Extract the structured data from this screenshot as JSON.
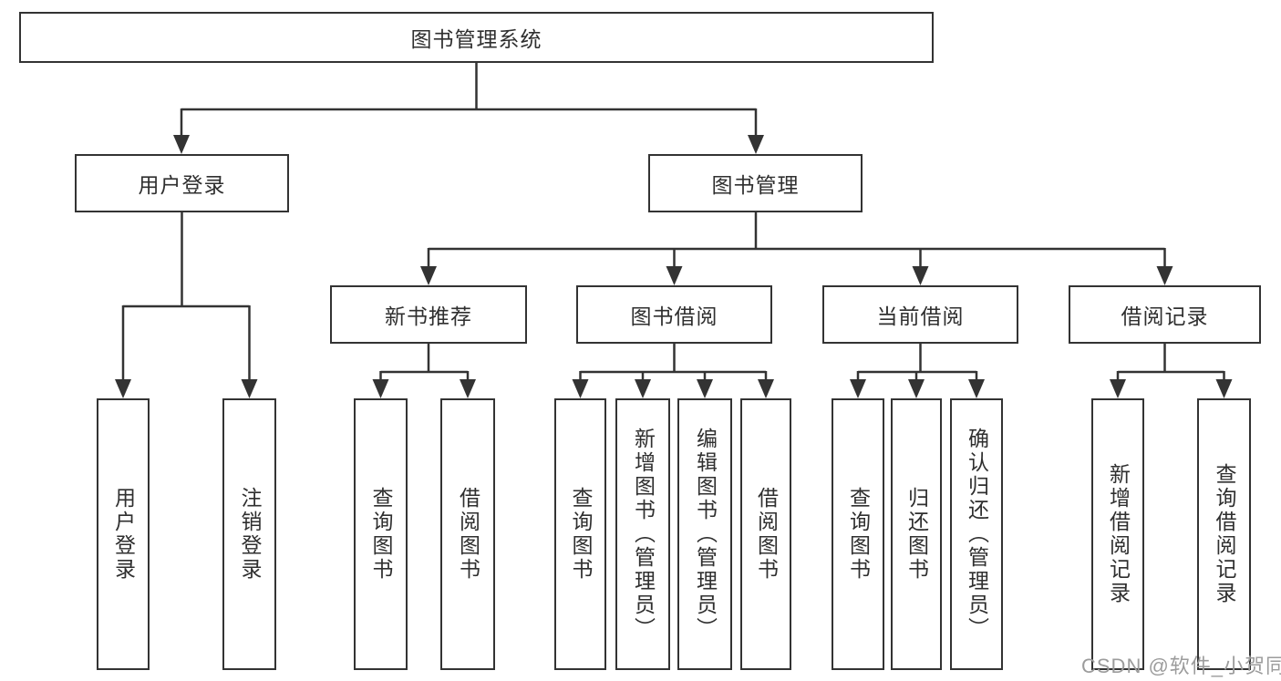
{
  "diagram": {
    "title": "图书管理系统",
    "watermark": "CSDN @软件_小贺同学",
    "colors": {
      "line": "#333333",
      "box_border": "#333333",
      "box_background": "#ffffff",
      "text": "#2f2f2f",
      "watermark_text": "#9c9c9c",
      "page_background": "#ffffff"
    },
    "root": {
      "label": "图书管理系统"
    },
    "level2": [
      {
        "label": "用户登录",
        "parent": "图书管理系统"
      },
      {
        "label": "图书管理",
        "parent": "图书管理系统"
      }
    ],
    "level3": [
      {
        "label": "新书推荐",
        "parent": "图书管理"
      },
      {
        "label": "图书借阅",
        "parent": "图书管理"
      },
      {
        "label": "当前借阅",
        "parent": "图书管理"
      },
      {
        "label": "借阅记录",
        "parent": "图书管理"
      }
    ],
    "leaves": [
      {
        "label": "用户登录",
        "parent": "用户登录"
      },
      {
        "label": "注销登录",
        "parent": "用户登录"
      },
      {
        "label": "查询图书",
        "parent": "新书推荐"
      },
      {
        "label": "借阅图书",
        "parent": "新书推荐"
      },
      {
        "label": "查询图书",
        "parent": "图书借阅"
      },
      {
        "label": "新增图书（管理员）",
        "parent": "图书借阅"
      },
      {
        "label": "编辑图书（管理员）",
        "parent": "图书借阅"
      },
      {
        "label": "借阅图书",
        "parent": "图书借阅"
      },
      {
        "label": "查询图书",
        "parent": "当前借阅"
      },
      {
        "label": "归还图书",
        "parent": "当前借阅"
      },
      {
        "label": "确认归还（管理员）",
        "parent": "当前借阅"
      },
      {
        "label": "新增借阅记录",
        "parent": "借阅记录"
      },
      {
        "label": "查询借阅记录",
        "parent": "借阅记录"
      }
    ]
  }
}
